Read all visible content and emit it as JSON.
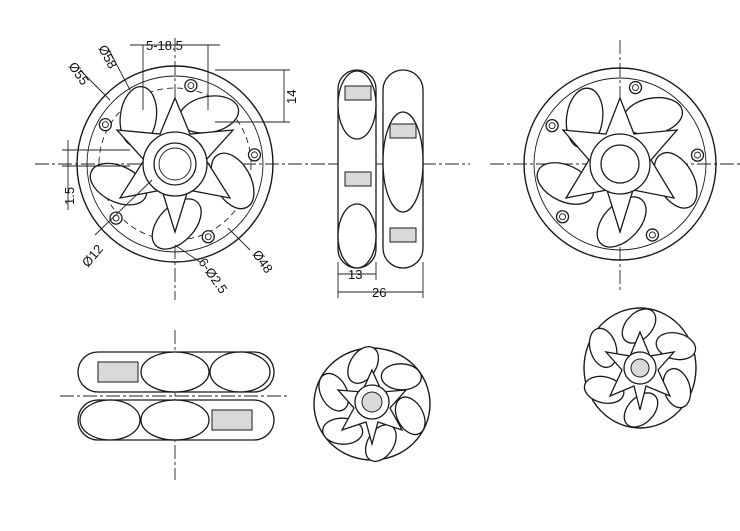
{
  "dimensions": {
    "d58": "Ø58",
    "d55": "Ø55",
    "slot": "5-18.5",
    "h14": "14",
    "h15": "1.5",
    "d12": "Ø12",
    "holes": "6-Ø2.5",
    "d48": "Ø48",
    "w13": "13",
    "w26": "26"
  },
  "colors": {
    "line": "#1a1a1a",
    "background": "#ffffff"
  }
}
